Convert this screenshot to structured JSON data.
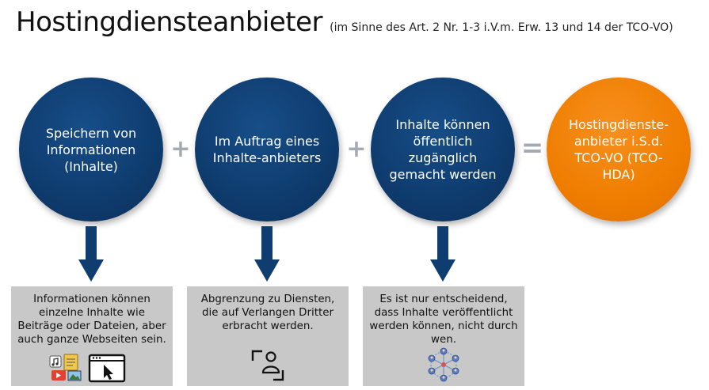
{
  "title": {
    "main": "Hostingdiensteanbieter",
    "sub": "(im Sinne des Art. 2 Nr. 1-3 i.V.m. Erw. 13 und 14 der TCO-VO)"
  },
  "criteria": [
    {
      "label": "Speichern von Informationen (Inhalte)"
    },
    {
      "label": "Im Auftrag eines Inhalte-anbieters"
    },
    {
      "label": "Inhalte können öffentlich zugänglich gemacht werden"
    }
  ],
  "result": {
    "label": "Hostingdienste-anbieter i.S.d. TCO-VO (TCO-HDA)"
  },
  "operators": {
    "plus": "+",
    "equals": "="
  },
  "explanations": [
    {
      "text": "Informationen können einzelne Inhalte wie Beiträge oder Dateien, aber auch ganze Webseiten sein.",
      "icon": "content-files-icon"
    },
    {
      "text": "Abgrenzung zu Diensten, die auf Verlangen Dritter erbracht werden.",
      "icon": "user-focus-icon"
    },
    {
      "text": "Es ist nur entscheidend, dass Inhalte veröffentlicht werden können, nicht durch wen.",
      "icon": "network-icon"
    }
  ],
  "colors": {
    "circle_blue": "#0f3d70",
    "circle_orange": "#ef7d00",
    "operator_gray": "#a3aab3",
    "box_gray": "#c8c8c8"
  }
}
